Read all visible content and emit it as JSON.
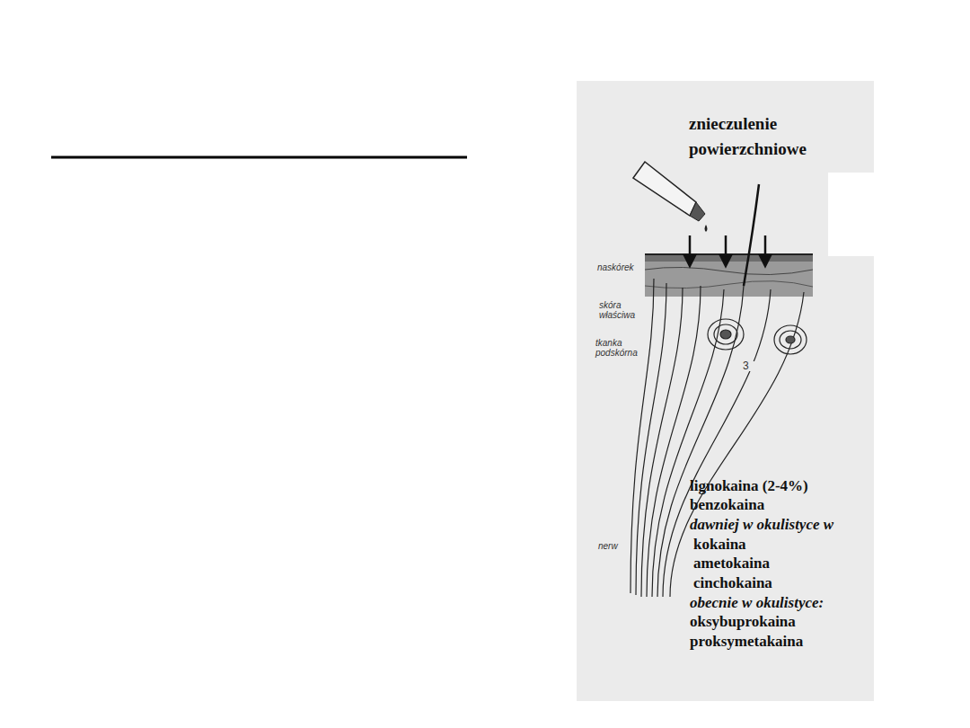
{
  "diagram": {
    "title": "znieczulenie powierzchniowe",
    "labels": [
      "naskórek",
      "skóra właściwa",
      "tkanka podskórna",
      "3",
      "nerw",
      "lignokaina (2-4%)",
      "benzokaina",
      "dawniej w okulistyce w",
      "kokaina",
      "ametokaina",
      "cinchokaina",
      "obecnie w okulistyce:",
      "oksybuprokaina",
      "proksymetakaina"
    ]
  }
}
